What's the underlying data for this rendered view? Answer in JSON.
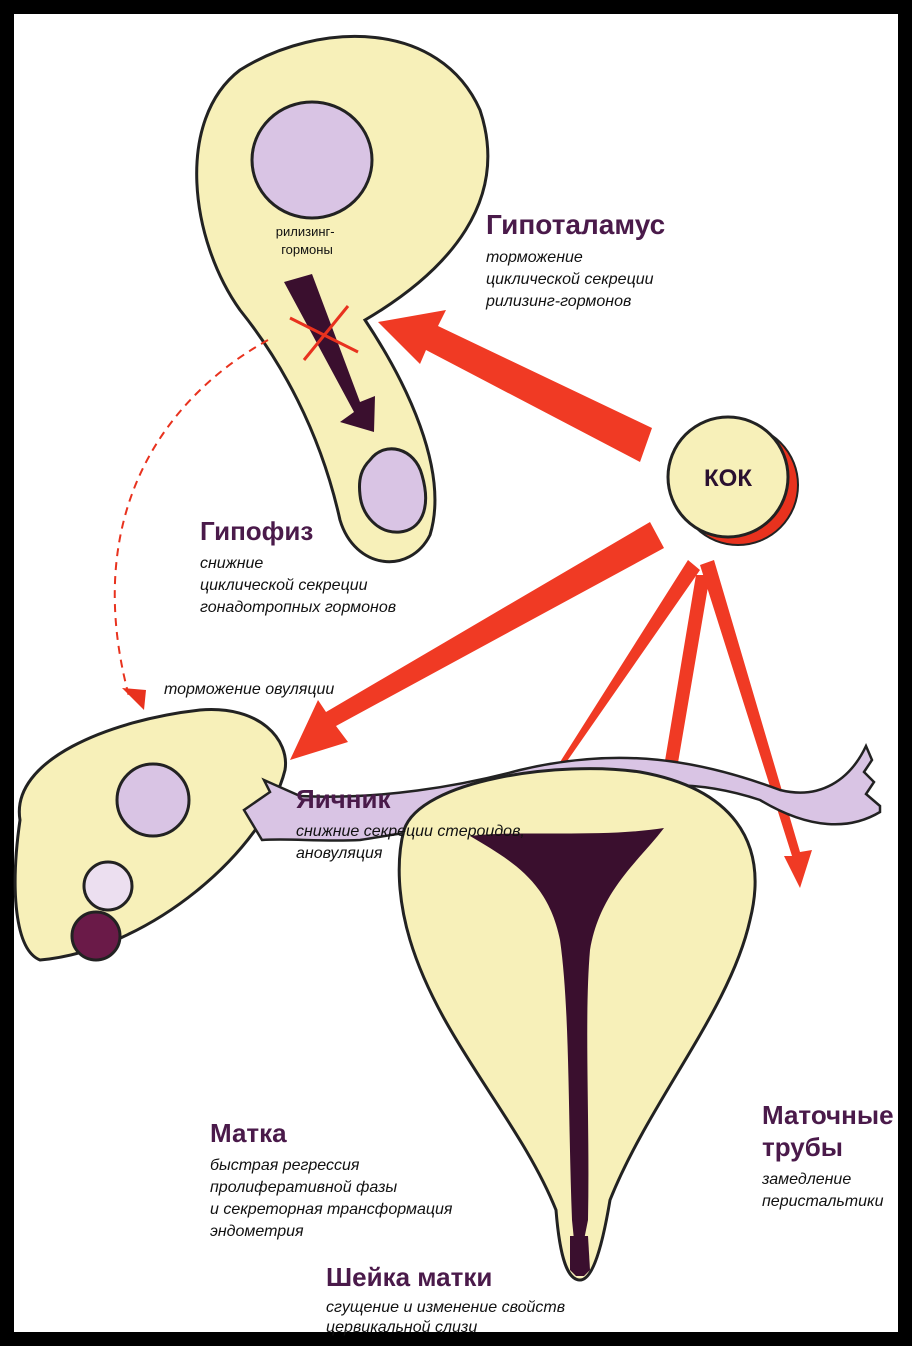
{
  "colors": {
    "background": "#ffffff",
    "tissue": "#f7f0b9",
    "outline": "#222222",
    "lilac": "#d9c4e4",
    "dark_purple": "#3a0f2e",
    "arrow_red": "#f03a24",
    "title_purple": "#4a1a4a"
  },
  "labels": {
    "releasing_hormones": [
      "рилизинг-",
      "гормоны"
    ],
    "kok": "КОК",
    "ovulation_inhibition": "торможение овуляции"
  },
  "hypothalamus": {
    "title": "Гипоталамус",
    "desc": [
      "торможение",
      "циклической секреции",
      "рилизинг-гормонов"
    ]
  },
  "pituitary": {
    "title": "Гипофиз",
    "desc": [
      "снижние",
      "циклической секреции",
      "гонадотропных гормонов"
    ]
  },
  "ovary": {
    "title": "Яичник",
    "desc": [
      "снижние секреции стероидов,",
      "ановуляция"
    ]
  },
  "uterus": {
    "title": "Матка",
    "desc": [
      "быстрая регрессия",
      "пролиферативной фазы",
      "и секреторная трансформация",
      "эндометрия"
    ]
  },
  "tubes": {
    "title": [
      "Маточные",
      "трубы"
    ],
    "desc": [
      "замедление",
      "перистальтики"
    ]
  },
  "cervix": {
    "title": "Шейка матки",
    "desc": [
      "сгущение и изменение свойств",
      "цервикальной слизи"
    ]
  }
}
